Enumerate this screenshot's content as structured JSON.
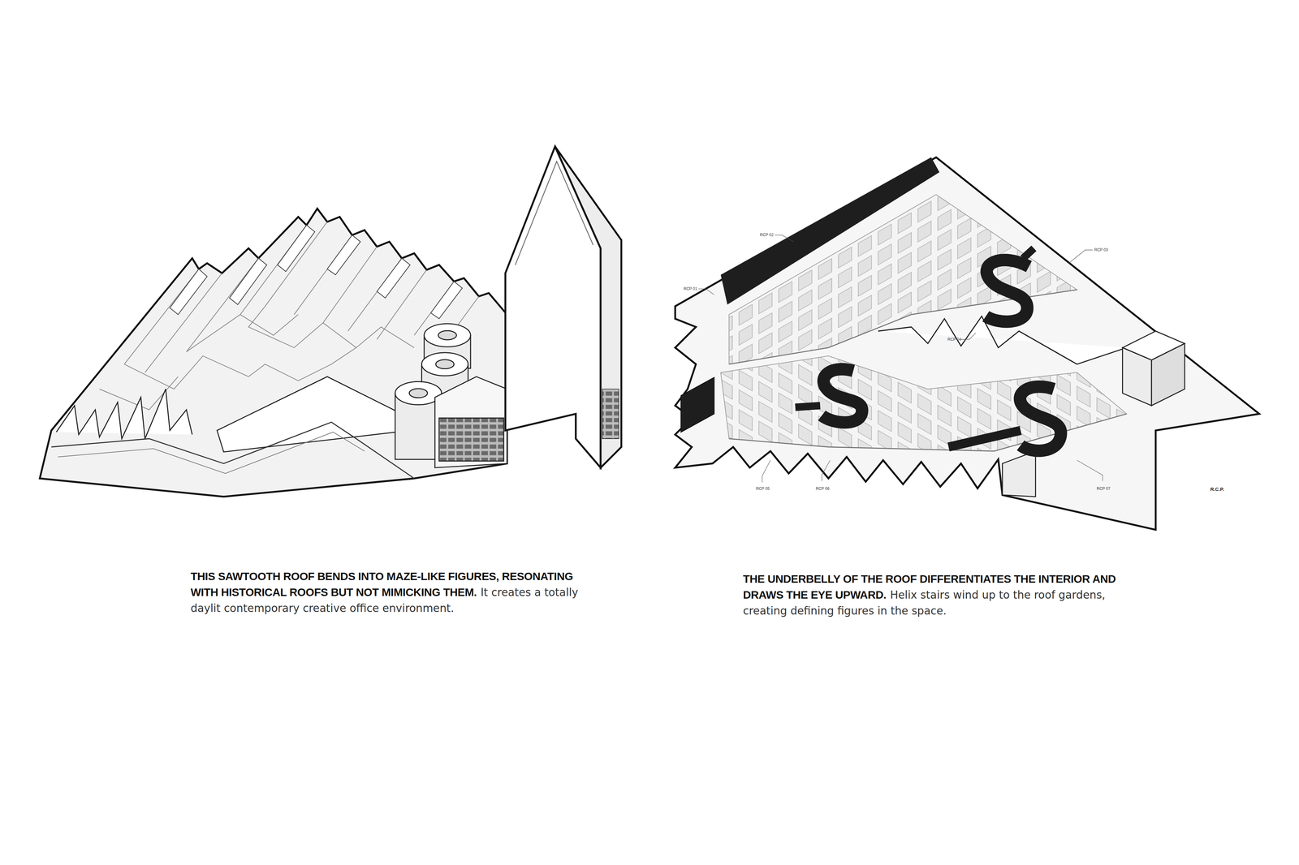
{
  "diagram": {
    "labels": [
      "THIS SAWTOOTH ROOF BENDS INTO MAZE-LIKE FIGURES, RESONATING WITH HISTORICAL ROOFS BUT NOT MIMICKING THEM.",
      "It creates a totally daylit contemporary creative office environment.",
      "THE UNDERBELLY OF THE ROOF DIFFERENTIATES THE INTERIOR AND DRAWS THE EYE UPWARD.",
      "Helix stairs wind up to the roof gardens, creating defining figures in the space.",
      "RCP 01",
      "RCP 02",
      "RCP 03",
      "RCP 04",
      "RCP 05",
      "RCP 06",
      "RCP 07",
      "R.C.P."
    ]
  }
}
